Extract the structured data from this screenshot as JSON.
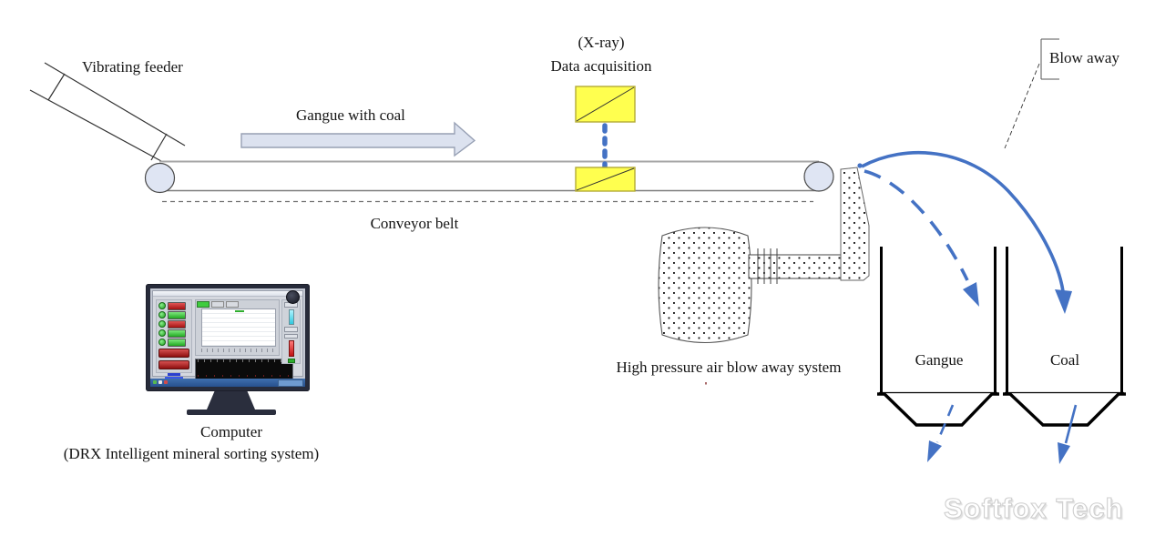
{
  "labels": {
    "vibrating_feeder": "Vibrating feeder",
    "gangue_with_coal": "Gangue with coal",
    "xray": "(X-ray)",
    "data_acquisition": "Data acquisition",
    "conveyor_belt": "Conveyor belt",
    "blow_away": "Blow away",
    "high_pressure": "High pressure air blow away system",
    "computer": "Computer",
    "computer_sub": "(DRX Intelligent mineral sorting system)",
    "gangue_bin": "Gangue",
    "coal_bin": "Coal"
  },
  "watermark": "Softfox Tech",
  "colors": {
    "flow_blue": "#4472c4",
    "xray_yellow": "#ffff4f",
    "xray_border": "#b3ab35",
    "belt_gray": "#a6a6a6",
    "block_arrow_fill": "#dce2ef",
    "block_arrow_border": "#97a0b4",
    "roller_fill": "#dfe5f3",
    "outline_dark": "#333333"
  }
}
